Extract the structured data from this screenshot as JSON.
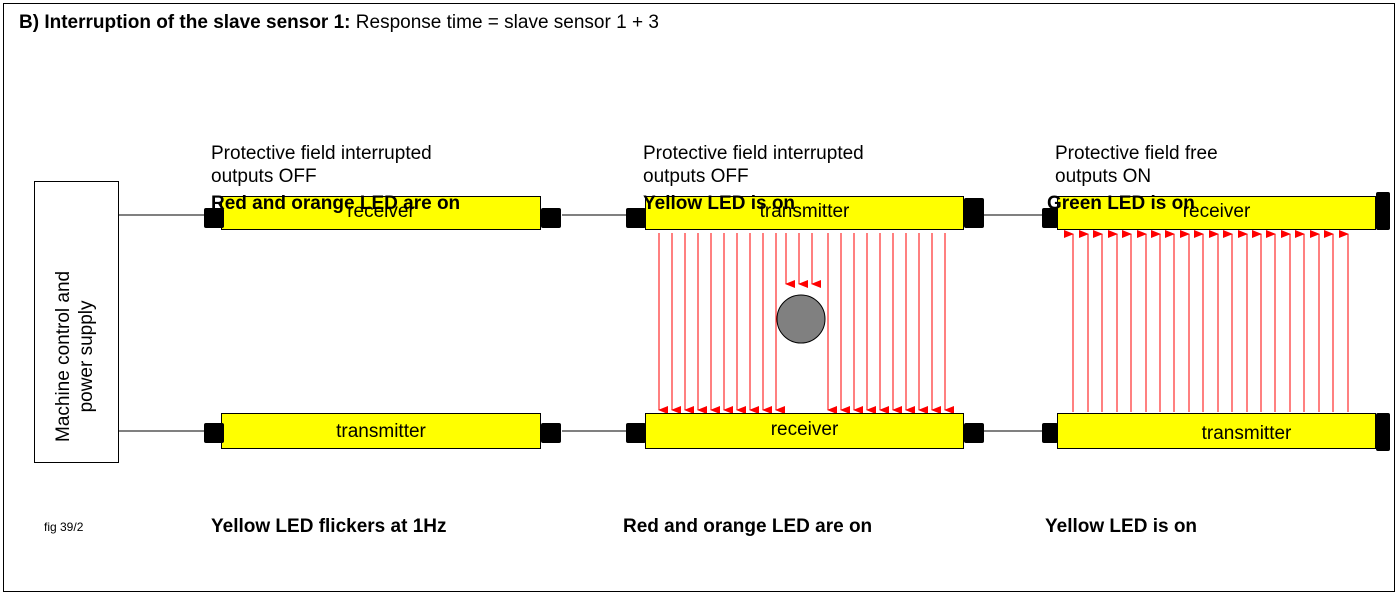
{
  "title": {
    "bold": "B) Interruption of the slave sensor 1:",
    "rest": " Response time = slave sensor  1 + 3"
  },
  "control": {
    "line1": "Machine control and",
    "line2": "power supply"
  },
  "panels": [
    {
      "caption1": "Protective field interrupted",
      "caption2": "outputs OFF",
      "led": "Red and orange LED are on",
      "top_label": "receiver",
      "bottom_label": "transmitter",
      "status": "Yellow LED flickers at 1Hz"
    },
    {
      "caption1": "Protective field interrupted",
      "caption2": "outputs OFF",
      "led": "Yellow LED is  on",
      "top_label": "transmitter",
      "bottom_label": "receiver",
      "status": "Red and orange LED are on"
    },
    {
      "caption1": "Protective field free",
      "caption2": "outputs ON",
      "led": "Green LED is on",
      "top_label": "receiver",
      "bottom_label": "transmitter",
      "status": "Yellow LED is on"
    }
  ],
  "figure_label": "fig 39/2",
  "colors": {
    "bar": "#ffff00",
    "beam": "#ff0000",
    "obstacle": "#808080"
  }
}
